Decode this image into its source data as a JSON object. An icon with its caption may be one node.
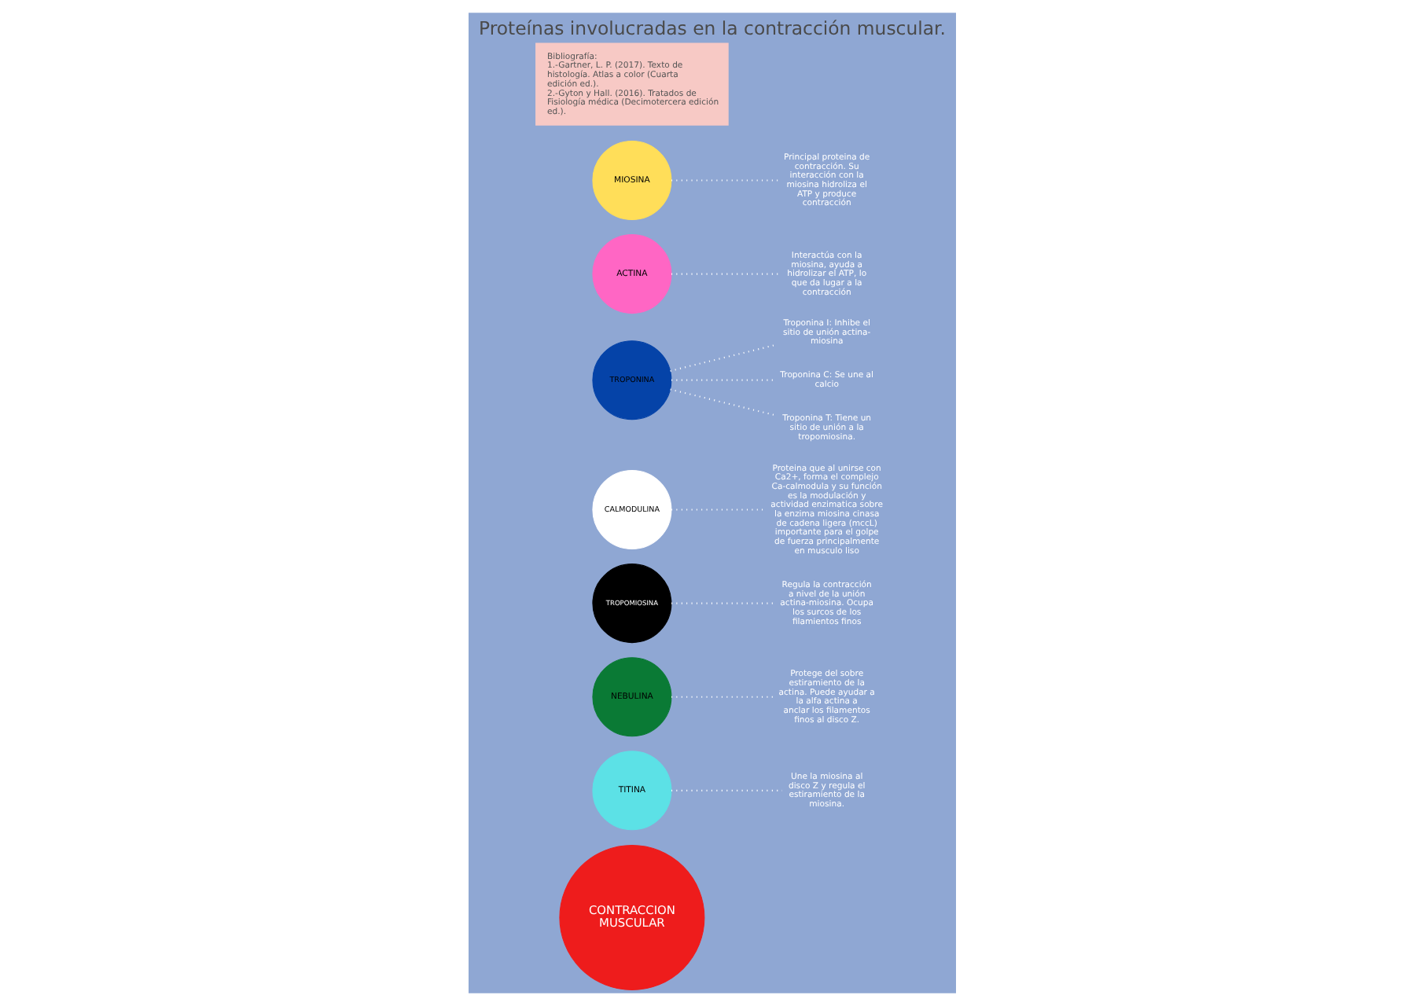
{
  "diagram": {
    "title": "Proteínas involucradas en la contracción muscular.",
    "nodes": [
      {
        "text": [
          "CONTRACCION MUSCULAR"
        ]
      },
      {
        "text": [
          "TITINA"
        ]
      },
      {
        "text": [
          "Une la miosina al disco Z y regula el estiramiento de la miosina."
        ]
      },
      {
        "text": [
          "NEBULINA"
        ]
      },
      {
        "text": [
          "Protege del sobre estiramiento de la actina. Puede ayudar a la alfa actina a anclar los filamentos finos al disco Z."
        ]
      },
      {
        "text": [
          "TROPOMIOSINA"
        ]
      },
      {
        "text": [
          "Regula la contracción a nivel de la unión actina-miosina. Ocupa los surcos de los filamientos finos"
        ]
      },
      {
        "text": [
          "CALMODULINA"
        ]
      },
      {
        "text": [
          "Proteina que al unirse con Ca2+, forma el complejo Ca-calmodula y su función es la modulación y actividad enzimatica sobre la enzima miosina cinasa de cadena ligera (mccL) importante para el golpe de fuerza principalmente en musculo liso"
        ]
      },
      {
        "text": [
          "TROPONINA"
        ]
      },
      {
        "text": [
          "Troponina I: Inhibe el sitio de unión actina-miosina"
        ]
      },
      {
        "text": [
          "Troponina C: Se une al calcio"
        ]
      },
      {
        "text": [
          "Troponina T: Tiene un sitio de unión a la tropomiosina."
        ]
      },
      {
        "text": [
          "ACTINA"
        ]
      },
      {
        "text": [
          "Interactúa con la miosina, ayuda a hidrolizar el ATP, lo que da lugar a la contracción"
        ]
      },
      {
        "text": [
          "MIOSINA"
        ]
      },
      {
        "text": [
          "Principal proteina de contracción. Su interacción con la miosina hidroliza el ATP y produce contracción"
        ]
      }
    ],
    "edges": [
      {
        "from": 1,
        "to": 2,
        "arrow": "none"
      },
      {
        "from": 3,
        "to": 4,
        "arrow": "none"
      },
      {
        "from": 5,
        "to": 6,
        "arrow": "none"
      },
      {
        "from": 7,
        "to": 8,
        "arrow": "none"
      },
      {
        "from": 9,
        "to": 10,
        "arrow": "none"
      },
      {
        "from": 9,
        "to": 11,
        "arrow": "none"
      },
      {
        "from": 9,
        "to": 12,
        "arrow": "none"
      },
      {
        "from": 13,
        "to": 14,
        "arrow": "none"
      },
      {
        "from": 15,
        "to": 16,
        "arrow": "none"
      }
    ],
    "labels": [
      "Bibliografía:",
      "1.-Gartner, L. P. (2017). Texto de histología. Atlas a color (Cuarta edición ed.).",
      "2.-Gyton y Hall. (2016). Tratados de Fisiología médica (Decimotercera edición ed.)."
    ]
  }
}
